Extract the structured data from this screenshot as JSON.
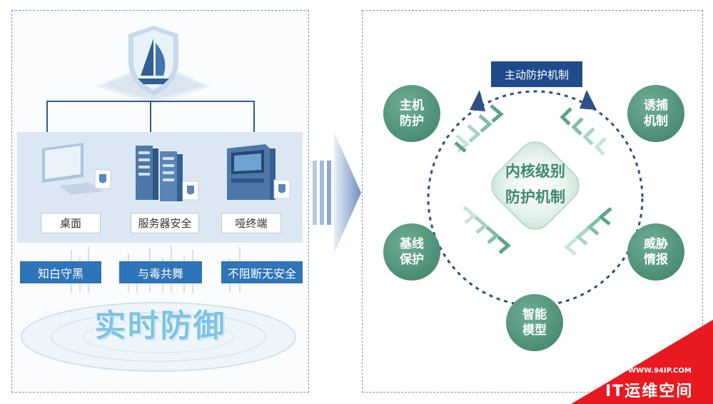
{
  "left": {
    "devices": [
      "桌面",
      "服务器安全",
      "哑终端"
    ],
    "tags": [
      "知白守黑",
      "与毒共舞",
      "不阻断无安全"
    ],
    "title": "实时防御"
  },
  "right": {
    "top_label": "主动防护机制",
    "center": "内核级别\n防护机制",
    "circles": [
      {
        "label": "主机\n防护"
      },
      {
        "label": "诱捕\n机制"
      },
      {
        "label": "基线\n保护"
      },
      {
        "label": "威胁\n情报"
      },
      {
        "label": "智能\n模型"
      }
    ]
  },
  "watermark": {
    "url": "WWW.94IP.COM",
    "text": "IT运维空间"
  },
  "colors": {
    "accent_blue": "#2e74b8",
    "dark_blue": "#1e4b8c",
    "green": "#4b8e74"
  }
}
